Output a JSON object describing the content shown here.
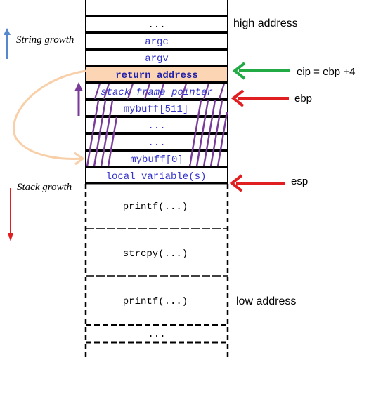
{
  "stack": {
    "cells": [
      {
        "text": "...",
        "color": "#000000"
      },
      {
        "text": "argc",
        "color": "#3333cc"
      },
      {
        "text": "argv",
        "color": "#3333cc"
      },
      {
        "text": "return address",
        "color": "#2222aa",
        "bold": true,
        "fill": "#fcd5b4"
      },
      {
        "text": "stack frame pointer",
        "color": "#3333cc",
        "italic": true
      },
      {
        "text": "mybuff[511]",
        "color": "#3333cc"
      },
      {
        "text": "...",
        "color": "#3333cc"
      },
      {
        "text": "...",
        "color": "#3333cc"
      },
      {
        "text": "mybuff[0]",
        "color": "#3333cc"
      },
      {
        "text": "local variable(s)",
        "color": "#3333cc"
      }
    ],
    "frames": [
      {
        "text": "printf(...)"
      },
      {
        "text": "strcpy(...)"
      },
      {
        "text": "printf(...)"
      },
      {
        "text": "..."
      }
    ]
  },
  "labels": {
    "high_address": "high address",
    "low_address": "low address",
    "string_growth": "String growth",
    "stack_growth": "Stack growth",
    "eip": "eip = ebp +4",
    "ebp": "ebp",
    "esp": "esp"
  },
  "colors": {
    "green_arrow": "#22aa44",
    "red_arrow": "#e02020",
    "blue_arrow": "#5588cc",
    "purple_hatch": "#7a3a9a",
    "peach_curve": "#f8cfa8"
  }
}
